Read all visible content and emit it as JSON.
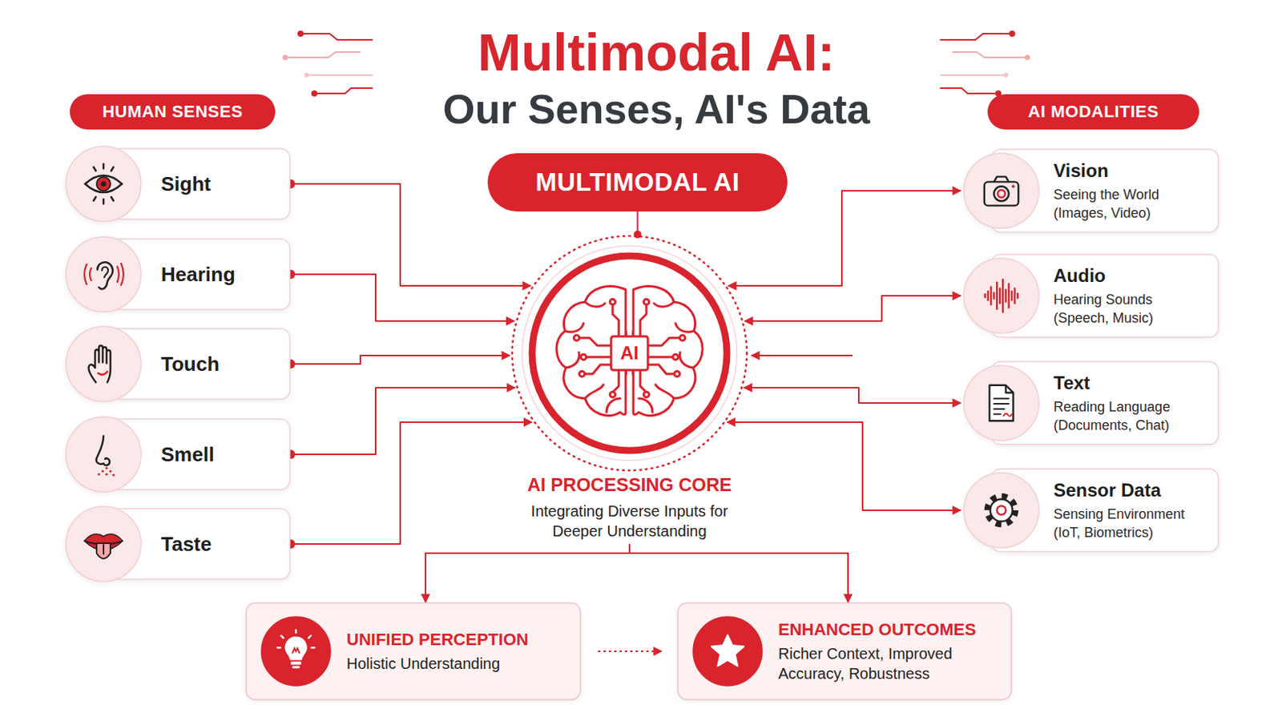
{
  "diagram": {
    "title": "Multimodal AI:",
    "nodes": [
      {
        "text": [
          "HUMAN SENSES"
        ]
      },
      {
        "text": [
          "Sight"
        ]
      },
      {
        "text": [
          "Hearing"
        ]
      },
      {
        "text": [
          "Touch"
        ]
      },
      {
        "text": [
          "Smell"
        ]
      },
      {
        "text": [
          "Taste"
        ]
      },
      {
        "text": [
          "MULTIMODAL AI"
        ]
      },
      {
        "text": [
          "AI",
          "AI PROCESSING CORE",
          "Integrating Diverse Inputs for Deeper Understanding"
        ]
      },
      {
        "text": [
          "AI MODALITIES"
        ]
      },
      {
        "text": [
          "Vision",
          "Seeing the World (Images, Video)"
        ]
      },
      {
        "text": [
          "Audio",
          "Hearing Sounds (Speech, Music)"
        ]
      },
      {
        "text": [
          "Text",
          "Reading Language (Documents, Chat)"
        ]
      },
      {
        "text": [
          "Sensor Data",
          "Sensing Environment (IoT, Biometrics)"
        ]
      },
      {
        "text": [
          "UNIFIED PERCEPTION",
          "Holistic Understanding"
        ]
      },
      {
        "text": [
          "ENHANCED OUTCOMES",
          "Richer Context, Improved Accuracy, Robustness"
        ]
      }
    ],
    "edges": [
      {
        "from": 1,
        "to": 7,
        "arrow": "to"
      },
      {
        "from": 2,
        "to": 7,
        "arrow": "to"
      },
      {
        "from": 3,
        "to": 7,
        "arrow": "to"
      },
      {
        "from": 4,
        "to": 7,
        "arrow": "to"
      },
      {
        "from": 5,
        "to": 7,
        "arrow": "to"
      },
      {
        "from": 6,
        "to": 7,
        "arrow": "none"
      },
      {
        "from": 7,
        "to": 9,
        "arrow": "both"
      },
      {
        "from": 7,
        "to": 10,
        "arrow": "both"
      },
      {
        "from": 7,
        "to": 11,
        "arrow": "both"
      },
      {
        "from": 7,
        "to": 12,
        "arrow": "both"
      },
      {
        "from": 7,
        "to": 13,
        "arrow": "to"
      },
      {
        "from": 7,
        "to": 14,
        "arrow": "to"
      },
      {
        "from": 13,
        "to": 14,
        "arrow": "to"
      }
    ],
    "labels": [
      "Our Senses, AI's Data"
    ]
  }
}
